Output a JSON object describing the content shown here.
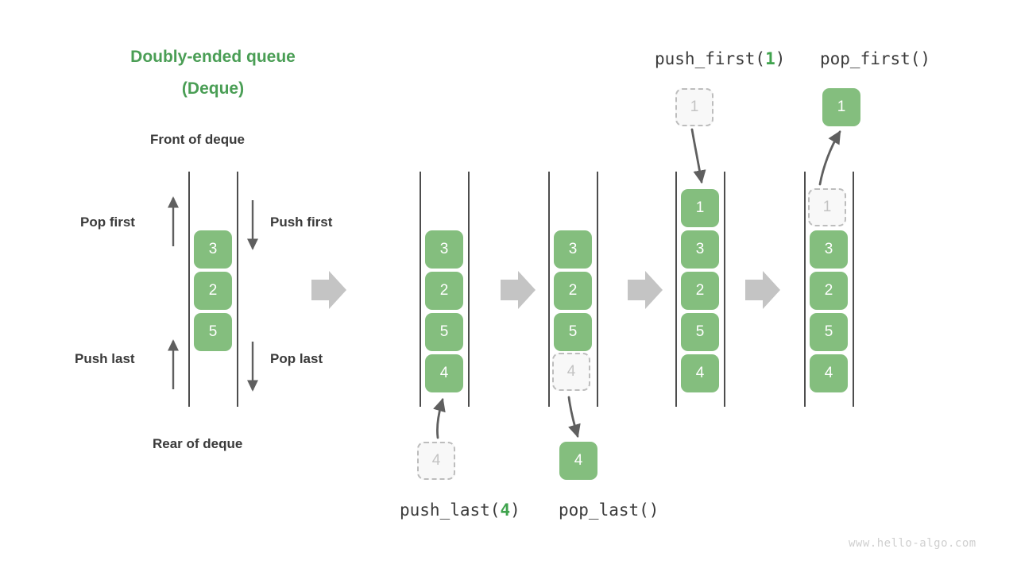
{
  "title": {
    "line1": "Doubly-ended queue",
    "line2": "(Deque)"
  },
  "labels": {
    "front": "Front of deque",
    "rear": "Rear of deque",
    "pop_first": "Pop first",
    "push_first": "Push first",
    "push_last": "Push last",
    "pop_last": "Pop last"
  },
  "operations": {
    "push_first": {
      "prefix": "push_first(",
      "arg": "1",
      "suffix": ")"
    },
    "pop_first": {
      "prefix": "pop_first()",
      "arg": "",
      "suffix": ""
    },
    "push_last": {
      "prefix": "push_last(",
      "arg": "4",
      "suffix": ")"
    },
    "pop_last": {
      "prefix": "pop_last()",
      "arg": "",
      "suffix": ""
    }
  },
  "panels": [
    {
      "name": "initial-deque",
      "cells": [
        "3",
        "2",
        "5"
      ]
    },
    {
      "name": "after-push-last",
      "cells": [
        "3",
        "2",
        "5",
        "4"
      ]
    },
    {
      "name": "before-pop-last",
      "cells": [
        "3",
        "2",
        "5",
        "4"
      ]
    },
    {
      "name": "after-push-first",
      "cells": [
        "1",
        "3",
        "2",
        "5",
        "4"
      ]
    },
    {
      "name": "before-pop-first",
      "cells": [
        "1",
        "3",
        "2",
        "5",
        "4"
      ]
    }
  ],
  "floating_cells": {
    "push_last_incoming": "4",
    "pop_last_outgoing": "4",
    "push_first_incoming": "1",
    "pop_first_outgoing": "1"
  },
  "watermark": "www.hello-algo.com",
  "colors": {
    "accent_green": "#4a9e55",
    "cell_green": "#84be7e",
    "ghost_fill": "#f8f8f8",
    "ghost_border": "#bdbdbd",
    "ghost_text": "#c3c3c3",
    "rail": "#4d4d4d",
    "block_arrow": "#c4c4c4",
    "thin_arrow": "#5f5f5f",
    "text": "#3a3a3a",
    "watermark": "#cfcfcf"
  }
}
